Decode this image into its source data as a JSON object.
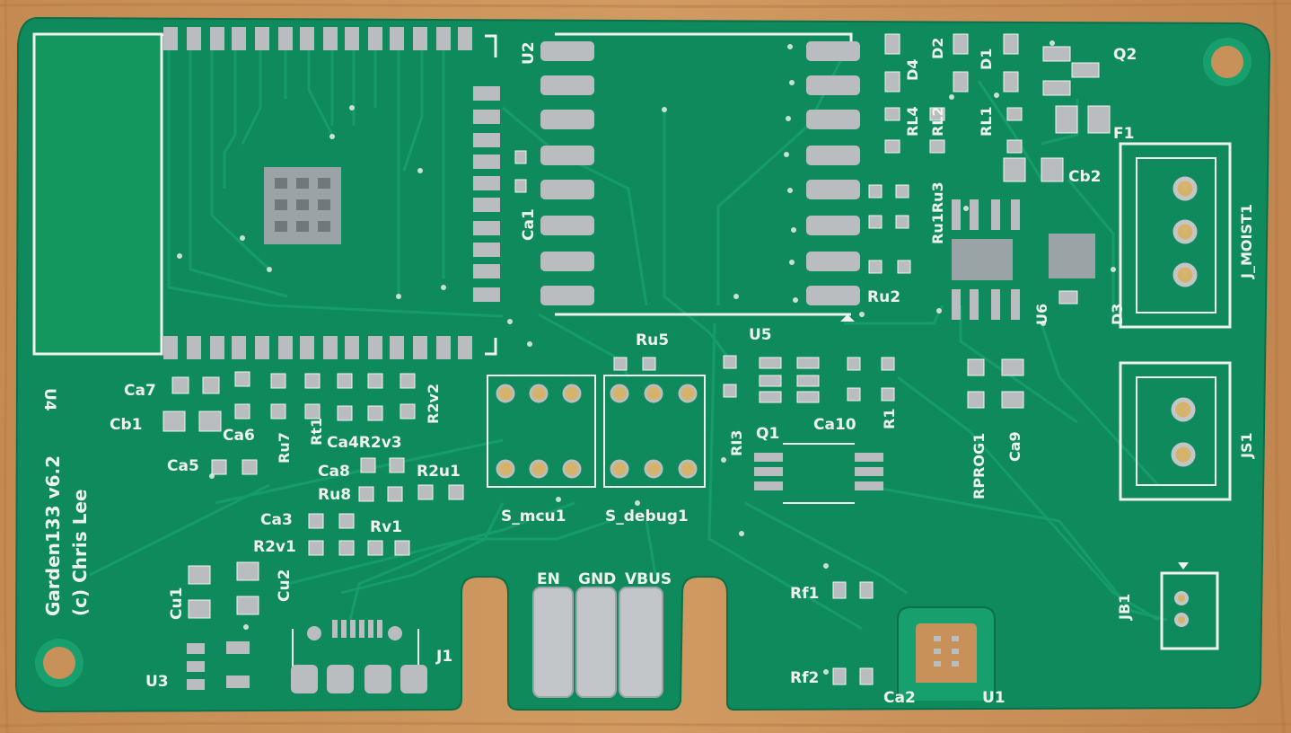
{
  "board": {
    "title": "Garden133 v6.2",
    "author": "(c) Chris Lee"
  },
  "colors": {
    "wood": "#c8915a",
    "soldermask": "#0f8a5c",
    "trace": "#15986a",
    "silkscreen": "#eef3ee",
    "tin": "#b9bdbf",
    "gold": "#d6b36a"
  },
  "silkscreen": {
    "U4": "U4",
    "U2": "U2",
    "Ca1": "Ca1",
    "Ca7": "Ca7",
    "Cb1": "Cb1",
    "Ca6": "Ca6",
    "Ca5": "Ca5",
    "Ru7": "Ru7",
    "Rt1": "Rt1",
    "Ca4": "Ca4",
    "R2v3": "R2v3",
    "R2v2": "R2v2",
    "Ca8": "Ca8",
    "R2u1": "R2u1",
    "Ru8": "Ru8",
    "Ca3": "Ca3",
    "Rv1": "Rv1",
    "R2v1": "R2v1",
    "Cu1": "Cu1",
    "Cu2": "Cu2",
    "U3": "U3",
    "J1": "J1",
    "S_mcu1": "S_mcu1",
    "S_debug1": "S_debug1",
    "Ru5": "Ru5",
    "U5": "U5",
    "RI3": "RI3",
    "Q1": "Q1",
    "Ca10": "Ca10",
    "R1": "R1",
    "Rf1": "Rf1",
    "Rf2": "Rf2",
    "Ca2": "Ca2",
    "U1": "U1",
    "EN": "EN",
    "GND": "GND",
    "VBUS": "VBUS",
    "RL4": "RL4",
    "RL2": "RL2",
    "RL1": "RL1",
    "D4": "D4",
    "D2": "D2",
    "D1": "D1",
    "Q2": "Q2",
    "F1": "F1",
    "Cb2": "Cb2",
    "Ru1": "Ru1",
    "Ru3": "Ru3",
    "Ru2": "Ru2",
    "U6": "U6",
    "D3": "D3",
    "J_MOIST1": "J_MOIST1",
    "JS1": "JS1",
    "RPROG1": "RPROG1",
    "Ca9": "Ca9",
    "JB1": "JB1"
  }
}
